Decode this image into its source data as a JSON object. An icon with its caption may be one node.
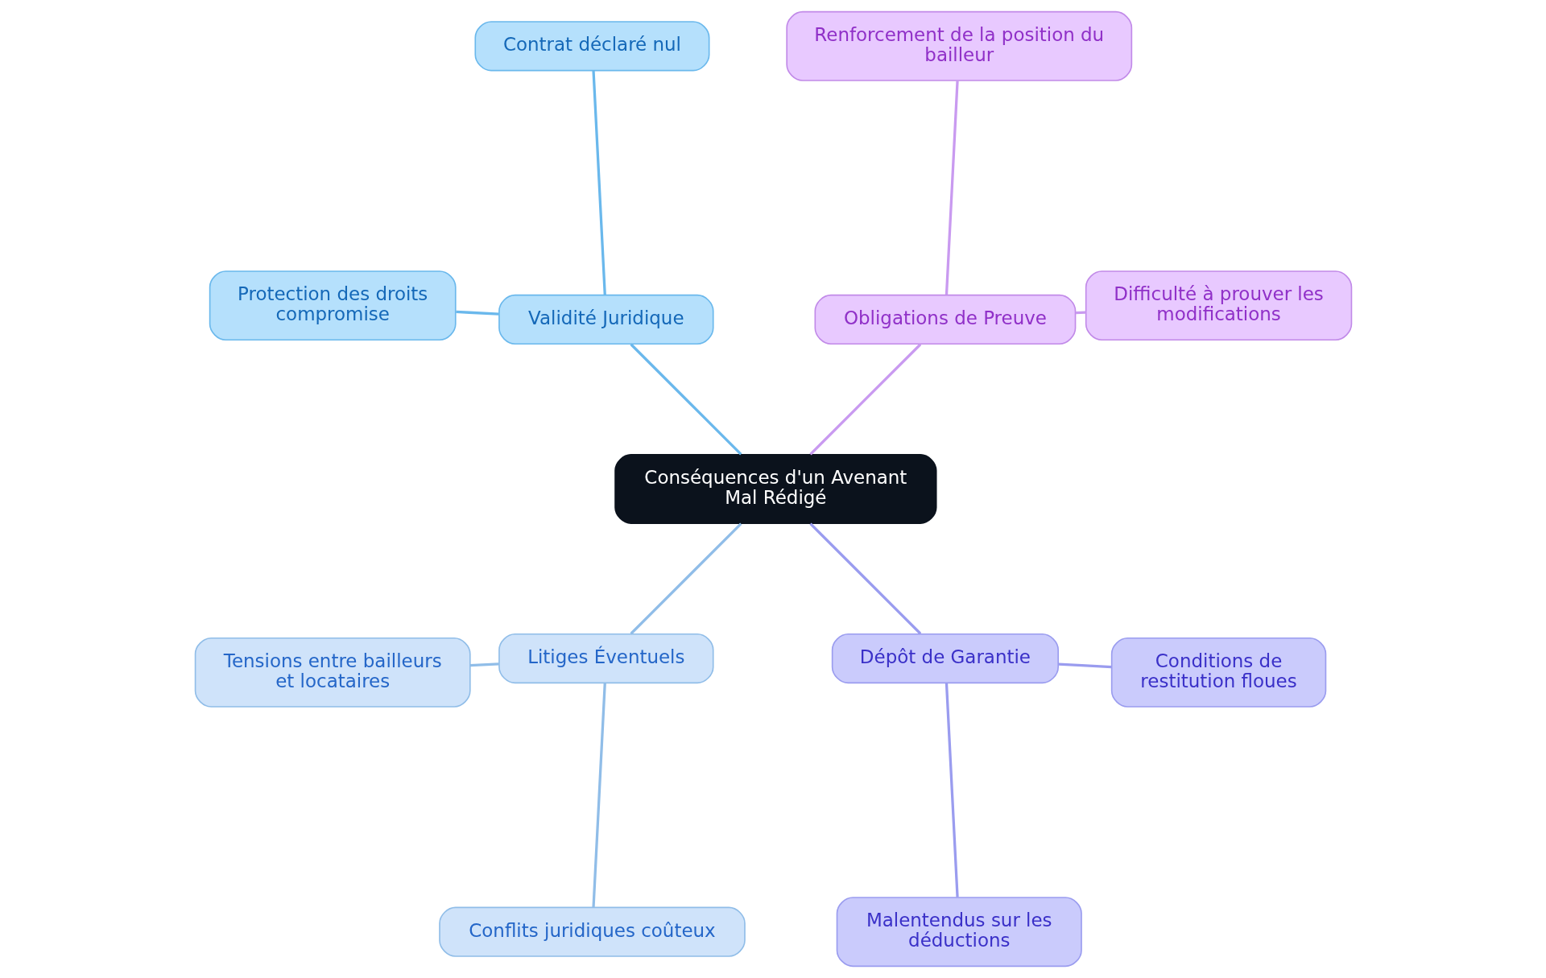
{
  "diagram": {
    "nodes": [
      {
        "text": [
          "Conséquences d'un Avenant Mal Rédigé"
        ]
      },
      {
        "text": [
          "Obligations de Preuve"
        ]
      },
      {
        "text": [
          "Difficulté à prouver les modifications"
        ]
      },
      {
        "text": [
          "Renforcement de la position du bailleur"
        ]
      },
      {
        "text": [
          "Validité Juridique"
        ]
      },
      {
        "text": [
          "Contrat déclaré nul"
        ]
      },
      {
        "text": [
          "Protection des droits compromise"
        ]
      },
      {
        "text": [
          "Litiges Éventuels"
        ]
      },
      {
        "text": [
          "Tensions entre bailleurs et locataires"
        ]
      },
      {
        "text": [
          "Conflits juridiques coûteux"
        ]
      },
      {
        "text": [
          "Dépôt de Garantie"
        ]
      },
      {
        "text": [
          "Malentendus sur les déductions"
        ]
      },
      {
        "text": [
          "Conditions de restitution floues"
        ]
      }
    ],
    "edges": [
      {
        "from": 0,
        "to": 1,
        "arrow": "none",
        "color": "#c99af0"
      },
      {
        "from": 1,
        "to": 2,
        "arrow": "none",
        "color": "#c99af0"
      },
      {
        "from": 1,
        "to": 3,
        "arrow": "none",
        "color": "#c99af0"
      },
      {
        "from": 0,
        "to": 4,
        "arrow": "none",
        "color": "#6ab8ec"
      },
      {
        "from": 4,
        "to": 5,
        "arrow": "none",
        "color": "#6ab8ec"
      },
      {
        "from": 4,
        "to": 6,
        "arrow": "none",
        "color": "#6ab8ec"
      },
      {
        "from": 0,
        "to": 7,
        "arrow": "none",
        "color": "#90bde8"
      },
      {
        "from": 7,
        "to": 8,
        "arrow": "none",
        "color": "#90bde8"
      },
      {
        "from": 7,
        "to": 9,
        "arrow": "none",
        "color": "#90bde8"
      },
      {
        "from": 0,
        "to": 10,
        "arrow": "none",
        "color": "#9a9cef"
      },
      {
        "from": 10,
        "to": 11,
        "arrow": "none",
        "color": "#9a9cef"
      },
      {
        "from": 10,
        "to": 12,
        "arrow": "none",
        "color": "#9a9cef"
      }
    ]
  }
}
